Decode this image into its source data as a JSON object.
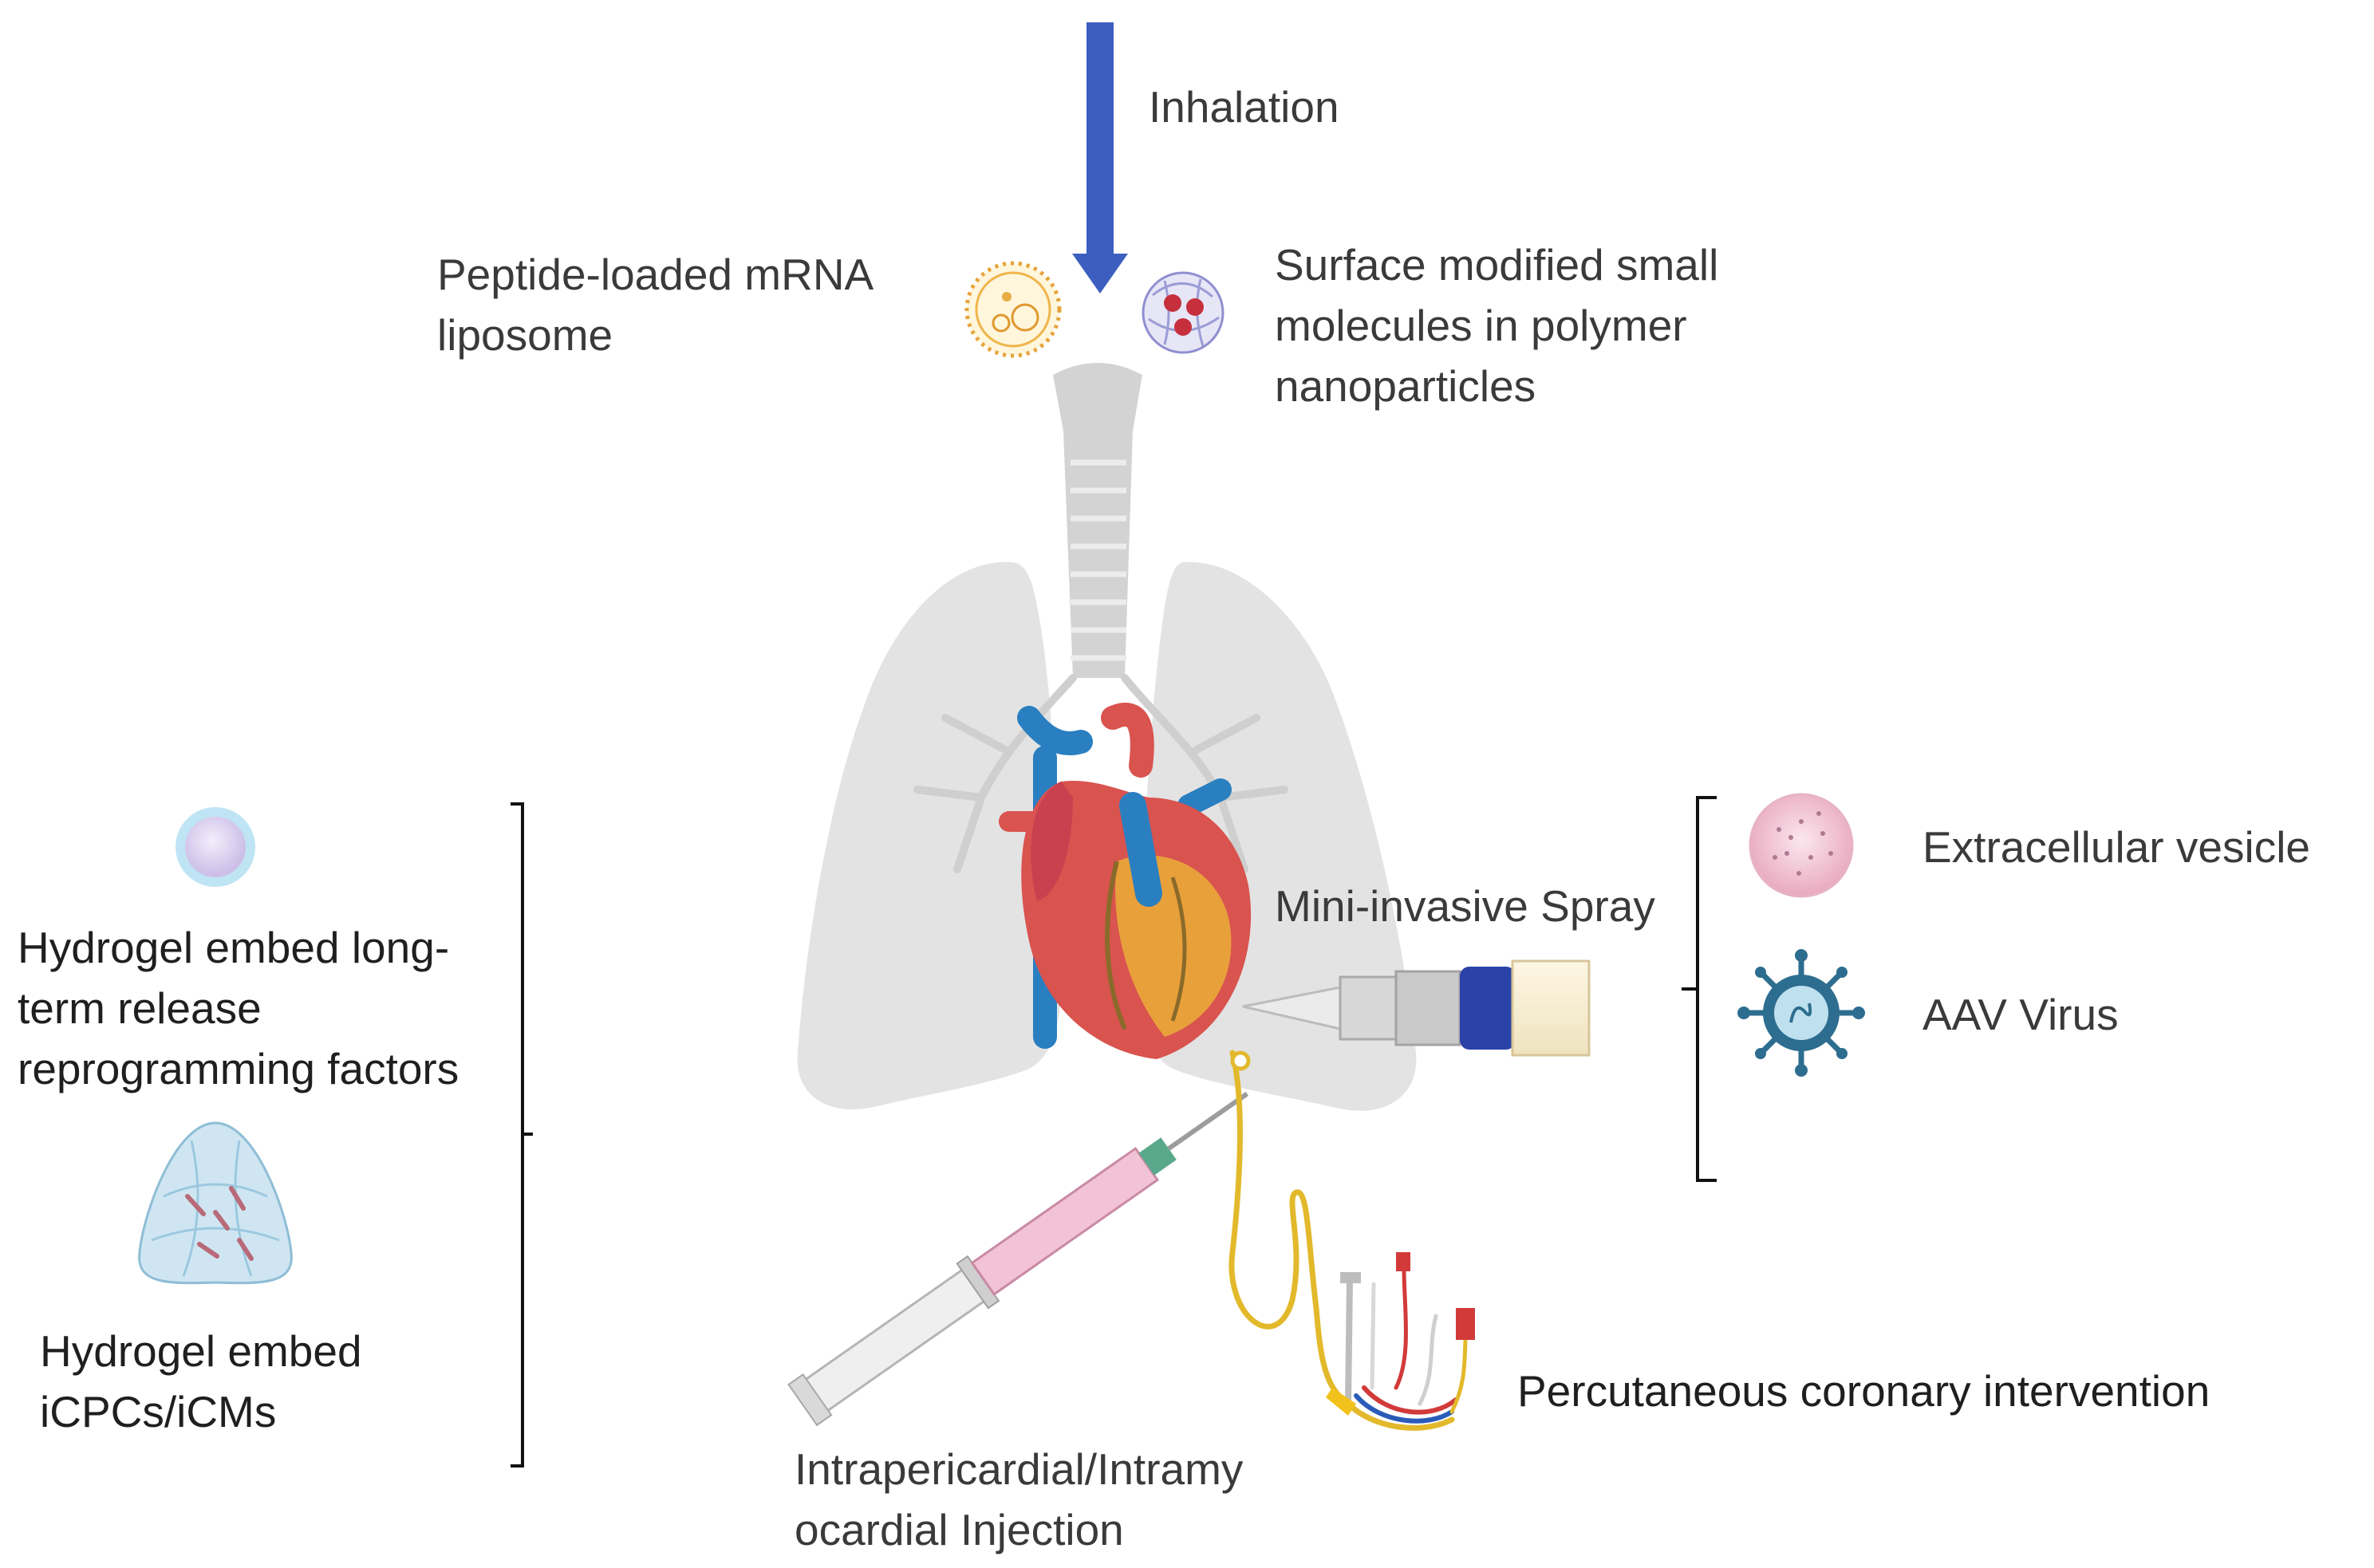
{
  "labels": {
    "inhalation": "Inhalation",
    "liposome": "Peptide-loaded mRNA\nliposome",
    "polymer_np": "Surface modified small\nmolecules in polymer\nnanoparticles",
    "hydrogel_factors": "Hydrogel embed long-\nterm release\nreprogramming factors",
    "hydrogel_cells": "Hydrogel embed\niCPCs/iCMs",
    "spray": "Mini-invasive Spray",
    "ev": "Extracellular vesicle",
    "aav": "AAV Virus",
    "pci": "Percutaneous coronary intervention",
    "injection": "Intrapericardial/Intramy\nocardial Injection"
  },
  "icons": {
    "arrow": "down-arrow-icon",
    "liposome": "liposome-icon",
    "nanoparticle": "nanoparticle-icon",
    "lungs": "lungs-icon",
    "heart": "heart-icon",
    "vesicle": "vesicle-icon",
    "hydrogel": "hydrogel-icon",
    "ev": "extracellular-vesicle-icon",
    "aav": "aav-virus-icon",
    "spray": "spray-syringe-icon",
    "injection": "injection-syringe-icon",
    "catheter": "catheter-icon"
  },
  "colors": {
    "arrow": "#3c5fbf",
    "text": "#3a3a3a",
    "lung": "#e3e3e3",
    "heart": "#d9534f",
    "vessel_blue": "#2a7fc0",
    "catheter": "#e3b92c"
  }
}
